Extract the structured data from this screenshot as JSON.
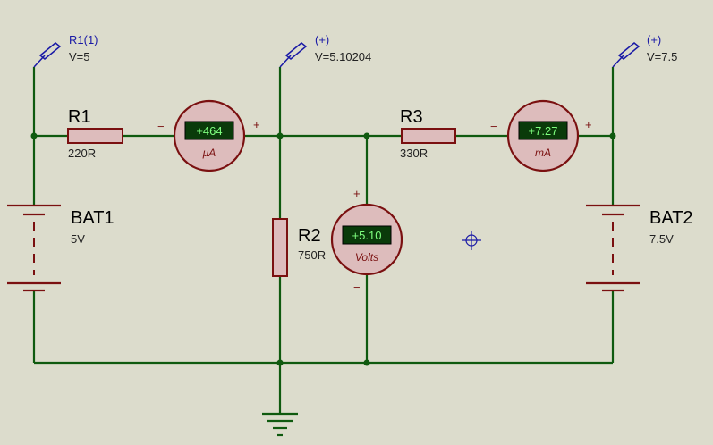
{
  "probes": {
    "p1": {
      "name": "R1(1)",
      "value": "V=5"
    },
    "p2": {
      "name": "(+)",
      "value": "V=5.10204"
    },
    "p3": {
      "name": "(+)",
      "value": "V=7.5"
    }
  },
  "components": {
    "r1": {
      "name": "R1",
      "value": "220R"
    },
    "r2": {
      "name": "R2",
      "value": "750R"
    },
    "r3": {
      "name": "R3",
      "value": "330R"
    },
    "bat1": {
      "name": "BAT1",
      "value": "5V"
    },
    "bat2": {
      "name": "BAT2",
      "value": "7.5V"
    }
  },
  "meters": {
    "m1": {
      "reading": "+464",
      "unit": "μA",
      "minus": "−",
      "plus": "+"
    },
    "m2": {
      "reading": "+5.10",
      "unit": "Volts",
      "minus": "−",
      "plus": "+"
    },
    "m3": {
      "reading": "+7.27",
      "unit": "mA",
      "minus": "−",
      "plus": "+"
    }
  },
  "colors": {
    "background": "#dcdccc",
    "wire": "#0f5a0f",
    "component": "#7a1010",
    "meter_face": "#ddbcbc",
    "display": "#0a3a0a",
    "probe": "#1a1aa6"
  }
}
